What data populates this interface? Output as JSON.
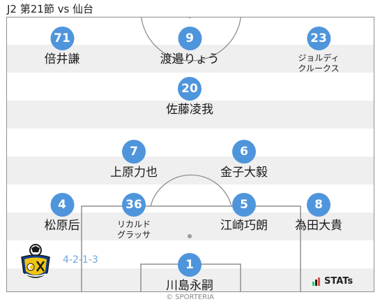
{
  "title": "J2 第21節 vs 仙台",
  "formation": "4-2-1-3",
  "stats_logo_text": "STATs",
  "copyright": "© SPORTERIA",
  "colors": {
    "player_circle": "#4f95dc",
    "formation_text": "#6fa8dc",
    "stripe": "#efefef"
  },
  "players": [
    {
      "number": "71",
      "name": "倍井謙"
    },
    {
      "number": "9",
      "name": "渡邉りょう"
    },
    {
      "number": "23",
      "name": "ジョルディ\nクルークス"
    },
    {
      "number": "20",
      "name": "佐藤凌我"
    },
    {
      "number": "7",
      "name": "上原力也"
    },
    {
      "number": "6",
      "name": "金子大毅"
    },
    {
      "number": "4",
      "name": "松原后"
    },
    {
      "number": "36",
      "name": "リカルド\nグラッサ"
    },
    {
      "number": "5",
      "name": "江崎巧朗"
    },
    {
      "number": "8",
      "name": "為田大貴"
    },
    {
      "number": "1",
      "name": "川島永嗣"
    }
  ]
}
